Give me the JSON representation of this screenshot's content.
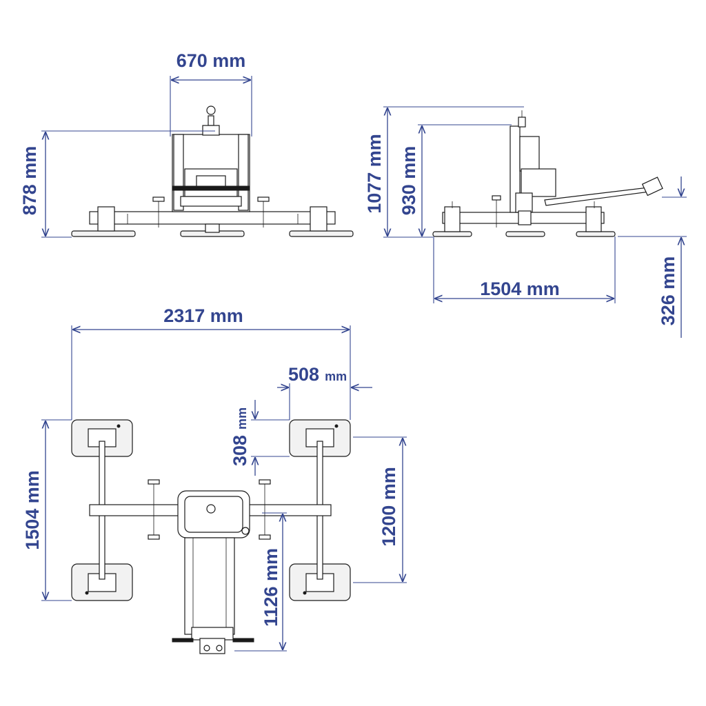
{
  "diagram": {
    "line_color": "#33458f",
    "part_color": "#1a1a1a",
    "front_view": {
      "width_label": "670 mm",
      "height_label": "878 mm"
    },
    "side_view": {
      "total_height_label": "1077 mm",
      "frame_height_label": "930 mm",
      "pad_span_label": "1504 mm",
      "handle_offset_label": "326 mm"
    },
    "top_view": {
      "total_width_label": "2317 mm",
      "pad_width_value": "508",
      "pad_width_unit": "mm",
      "pad_depth_value": "308",
      "pad_depth_unit": "mm",
      "pad_span_label": "1504 mm",
      "pad_centers_label": "1200 mm",
      "handle_length_label": "1126 mm"
    }
  }
}
